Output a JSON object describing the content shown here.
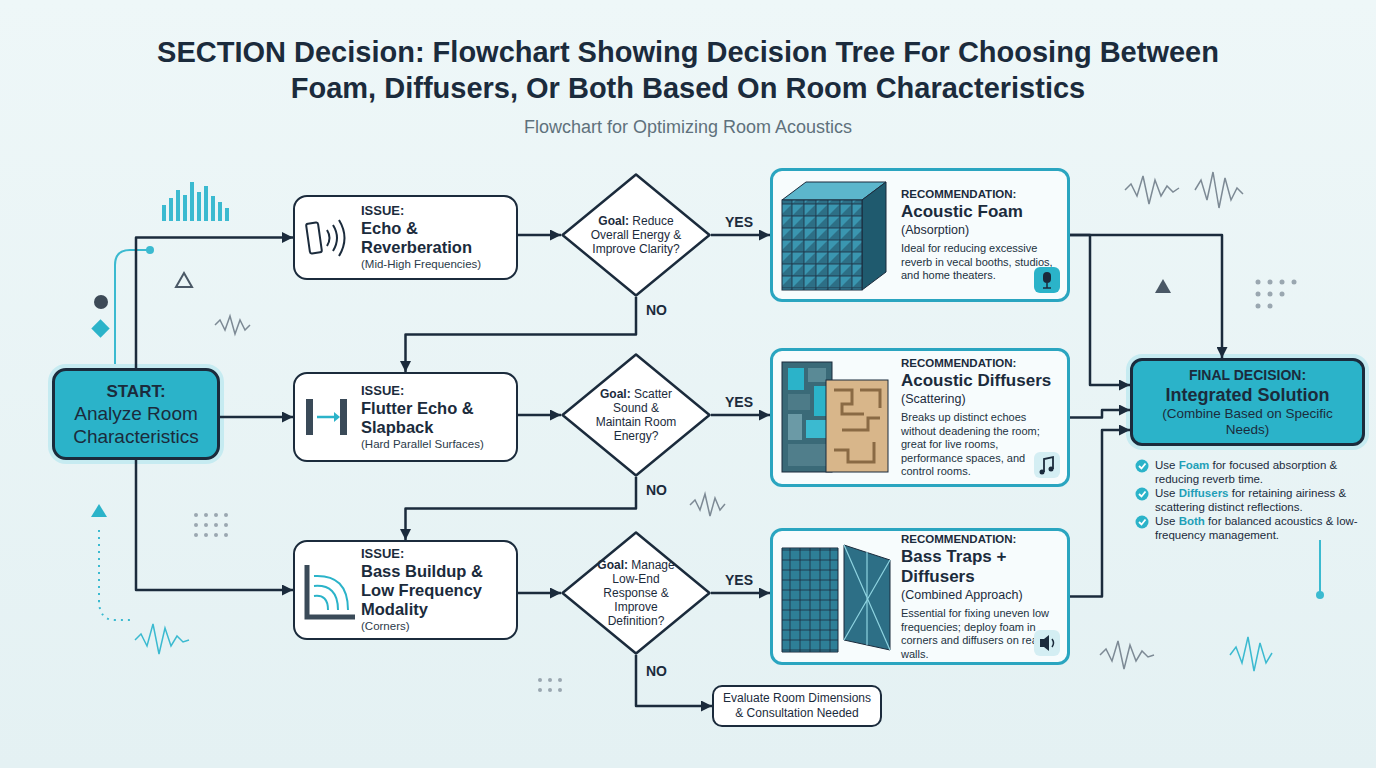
{
  "diagram": {
    "title": "SECTION Decision: Flowchart Showing Decision Tree For Choosing Between Foam, Diffusers, Or Both Based On Room Characteristics",
    "caption": "Flowchart for Optimizing Room Acoustics",
    "nodes": [
      {
        "text": [
          "START:",
          "Analyze Room Characteristics"
        ]
      },
      {
        "text": [
          "ISSUE:",
          "Echo & Reverberation",
          "(Mid-High Frequencies)"
        ]
      },
      {
        "text": [
          "Goal: Reduce Overall Energy & Improve Clarity?"
        ]
      },
      {
        "text": [
          "RECOMMENDATION:",
          "Acoustic Foam",
          "(Absorption)",
          "Ideal for reducing excessive reverb in vecal booths, studios, and home theaters."
        ]
      },
      {
        "text": [
          "ISSUE:",
          "Flutter Echo & Slapback",
          "(Hard Parallel Surfaces)"
        ]
      },
      {
        "text": [
          "Goal: Scatter Sound & Maintain Room Energy?"
        ]
      },
      {
        "text": [
          "RECOMMENDATION:",
          "Acoustic Diffusers",
          "(Scattering)",
          "Breaks up distinct echoes without deadening the room; great for live rooms, performance spaces, and control rooms."
        ]
      },
      {
        "text": [
          "ISSUE:",
          "Bass Buildup & Low Frequency Modality",
          "(Corners)"
        ]
      },
      {
        "text": [
          "Goal: Manage Low-End Response & Improve Definition?"
        ]
      },
      {
        "text": [
          "RECOMMENDATION:",
          "Bass Traps + Diffusers",
          "(Combined Approach)",
          "Essential for fixing uneven low frequencies; deploy foam in corners and diffusers on rear walls."
        ]
      },
      {
        "text": [
          "Evaluate Room Dimensions & Consultation Needed"
        ]
      },
      {
        "text": [
          "FINAL DECISION:",
          "Integrated Solution",
          "(Combine Based on Specific Needs)"
        ]
      }
    ],
    "edges": [
      {
        "from": 0,
        "to": 1,
        "arrow": "to"
      },
      {
        "from": 0,
        "to": 4,
        "arrow": "to"
      },
      {
        "from": 0,
        "to": 7,
        "arrow": "to"
      },
      {
        "from": 1,
        "to": 2,
        "arrow": "to"
      },
      {
        "from": 2,
        "to": 3,
        "label": "YES",
        "arrow": "to"
      },
      {
        "from": 2,
        "to": 4,
        "label": "NO",
        "arrow": "to"
      },
      {
        "from": 4,
        "to": 5,
        "arrow": "to"
      },
      {
        "from": 5,
        "to": 6,
        "label": "YES",
        "arrow": "to"
      },
      {
        "from": 5,
        "to": 7,
        "label": "NO",
        "arrow": "to"
      },
      {
        "from": 7,
        "to": 8,
        "arrow": "to"
      },
      {
        "from": 8,
        "to": 9,
        "label": "YES",
        "arrow": "to"
      },
      {
        "from": 8,
        "to": 10,
        "label": "NO",
        "arrow": "to"
      },
      {
        "from": 3,
        "to": 11,
        "arrow": "to"
      },
      {
        "from": 3,
        "to": 11,
        "arrow": "to"
      },
      {
        "from": 6,
        "to": 11,
        "arrow": "to"
      },
      {
        "from": 9,
        "to": 11,
        "arrow": "to"
      }
    ],
    "labels": [
      "Use Foam for focused absorption & reducing reverb time.",
      "Use Diffusers for retaining airiness & scattering distinct reflections.",
      "Use Both for balanced acoustics & low-frequency management."
    ]
  }
}
